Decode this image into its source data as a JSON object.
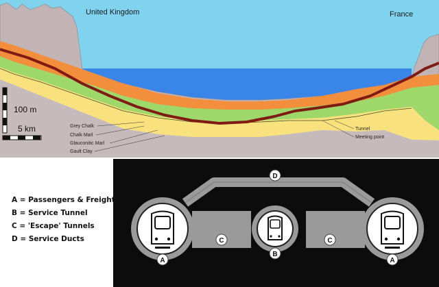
{
  "profile": {
    "country_left": "United Kingdom",
    "country_right": "France",
    "scale_vertical": "100 m",
    "scale_horizontal": "5 km",
    "layers": [
      "Grey Chalk",
      "Chalk Marl",
      "Glauconitic Marl",
      "Gault Clay"
    ],
    "annotations": [
      "Tunnel",
      "Meeting point"
    ],
    "colors": {
      "sky": "#7fd3ee",
      "sea": "#3a86e8",
      "grey_chalk": "#c2b3b5",
      "chalk_marl": "#f28e3c",
      "glauconitic_marl": "#9ed86a",
      "gault_clay": "#f9e27d",
      "tunnel": "#7f1a14"
    }
  },
  "cross_section": {
    "legend": [
      "A = Passengers & Freight",
      "B = Service Tunnel",
      "C = 'Escape' Tunnels",
      "D = Service Ducts"
    ],
    "labels": {
      "a": "A",
      "b": "B",
      "c": "C",
      "d": "D"
    },
    "colors": {
      "background": "#0c0c0c",
      "tunnel_ring": "#9a9a9a",
      "tunnel_fill": "#ffffff"
    }
  }
}
